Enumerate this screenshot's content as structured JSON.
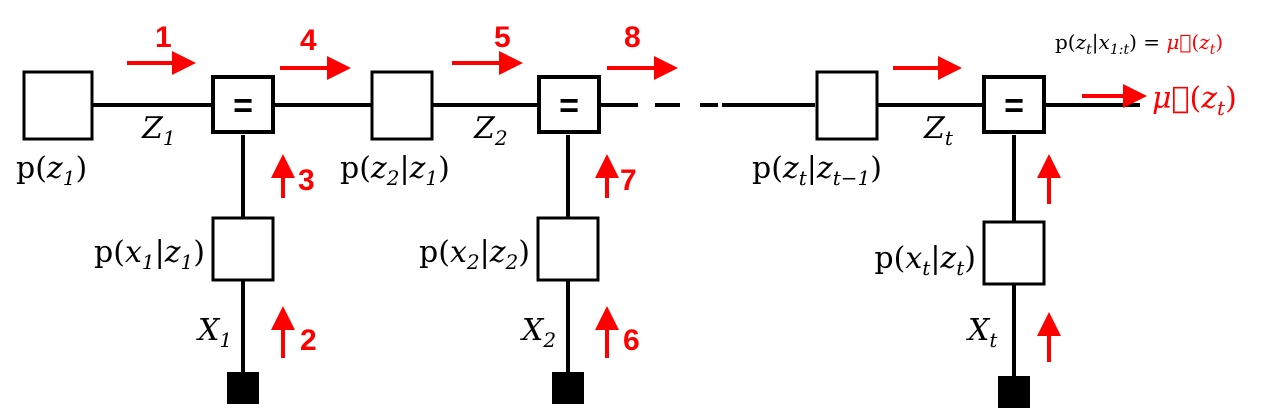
{
  "factors": {
    "prior": "p(z1)",
    "lik1": "p(x1|z1)",
    "trans2": "p(z2|z1)",
    "lik2": "p(x2|z2)",
    "transT": "p(zt|zt−1)",
    "likT": "p(xt|zt)"
  },
  "variables": {
    "z1": "Z1",
    "z2": "Z2",
    "zt": "Zt",
    "x1": "X1",
    "x2": "X2",
    "xt": "Xt"
  },
  "equality_symbol": "=",
  "message_numbers": [
    "1",
    "2",
    "3",
    "4",
    "5",
    "6",
    "7",
    "8"
  ],
  "output_label": "μ(zt)",
  "filtering_equation": "p(zt|x1:t) = μ(zt)",
  "colors": {
    "messages": "#ff0000",
    "graph": "#000000"
  }
}
